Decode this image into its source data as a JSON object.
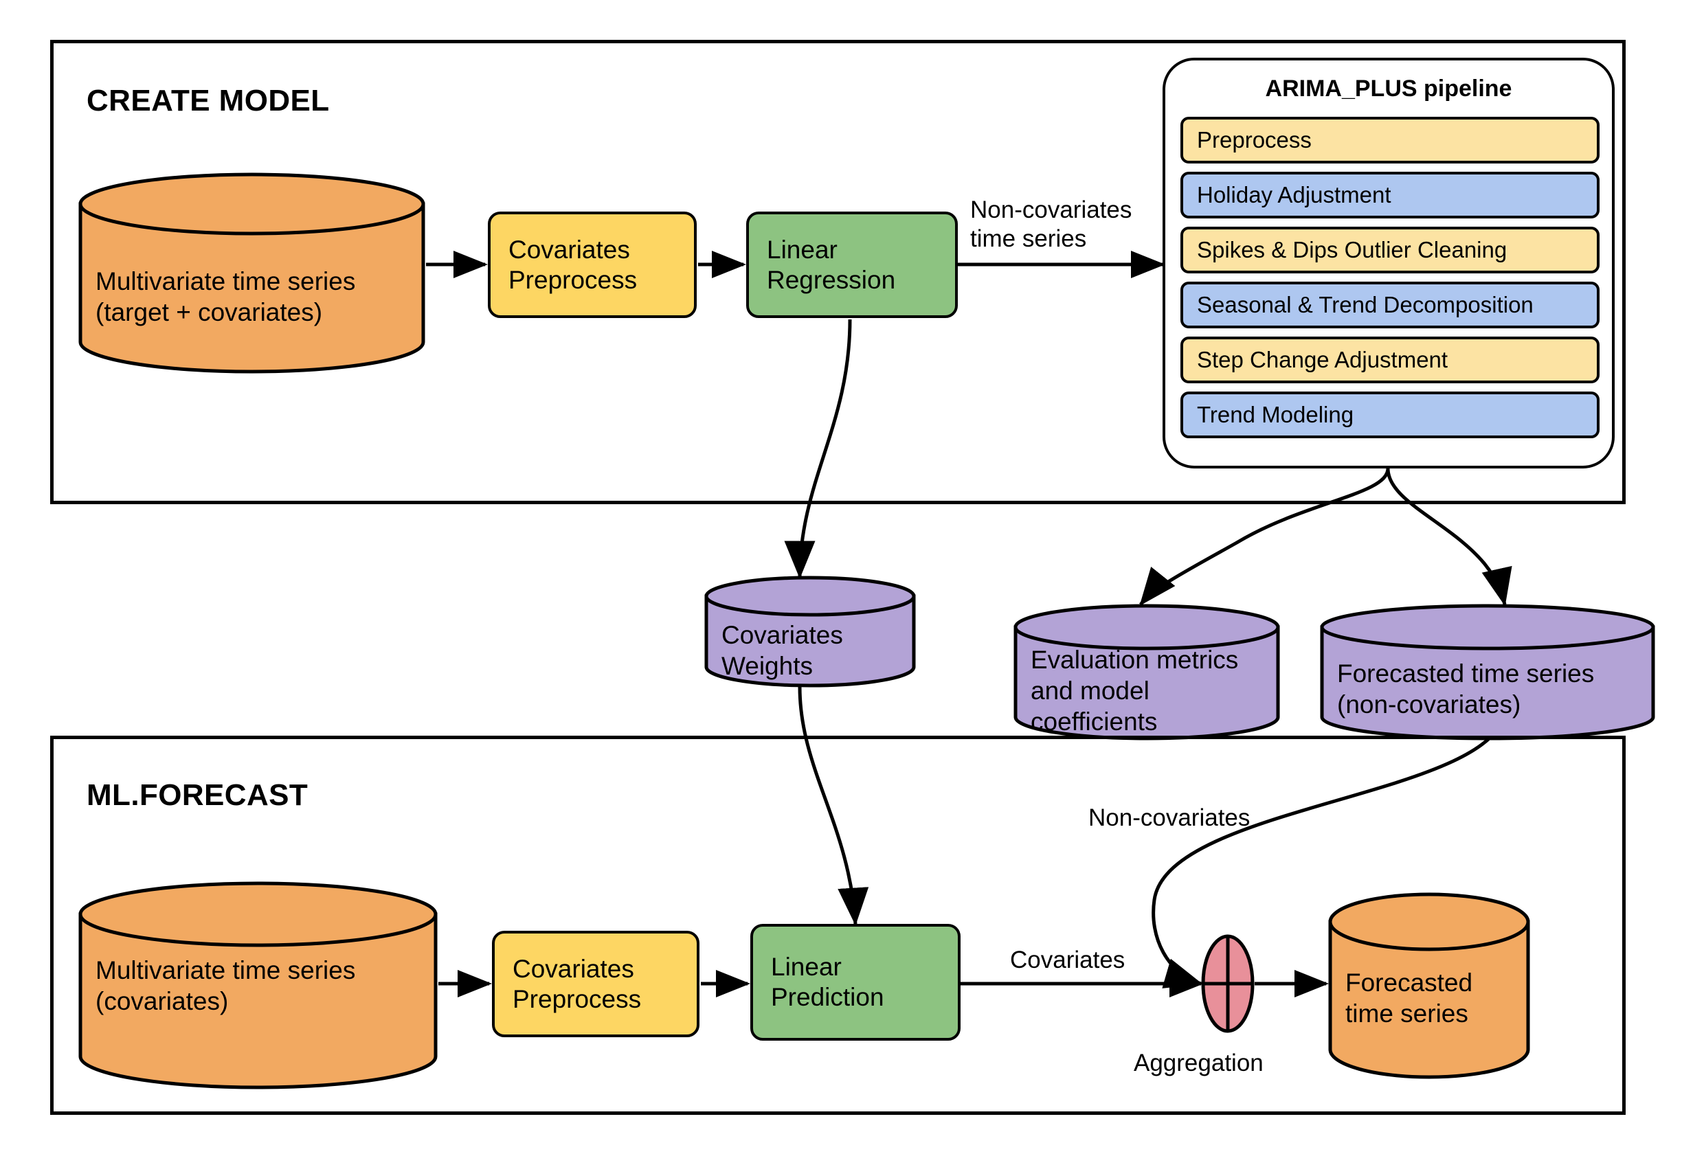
{
  "diagram": {
    "title": "ARIMA_PLUS_XREG multivariate time series model flow",
    "colors": {
      "orange_cylinder": "#F2A961",
      "purple_cylinder": "#B3A3D6",
      "process_yellow": "#FDD663",
      "process_green": "#8DC381",
      "step_yellow": "#FCE3A3",
      "step_blue": "#AEC7F0",
      "aggregation_red": "#E8909A",
      "stroke": "#000000",
      "background": "#FFFFFF"
    }
  },
  "groups": [
    {
      "id": "create-model",
      "title": "CREATE MODEL"
    },
    {
      "id": "ml-forecast",
      "title": "ML.FORECAST"
    }
  ],
  "create_model": {
    "title": "CREATE MODEL",
    "source_store": {
      "label": "Multivariate time series\n(target + covariates)",
      "shape": "cylinder",
      "color": "#F2A961"
    },
    "covariates_preprocess": {
      "label": "Covariates\nPreprocess",
      "shape": "rounded-rect",
      "color": "#FDD663"
    },
    "linear_regression": {
      "label": "Linear\nRegression",
      "shape": "rounded-rect",
      "color": "#8DC381"
    },
    "edge_label_non_covariates": "Non-covariates\ntime series",
    "pipeline": {
      "title": "ARIMA_PLUS pipeline",
      "steps": [
        {
          "label": "Preprocess",
          "color": "#FCE3A3"
        },
        {
          "label": "Holiday Adjustment",
          "color": "#AEC7F0"
        },
        {
          "label": "Spikes & Dips Outlier Cleaning",
          "color": "#FCE3A3"
        },
        {
          "label": "Seasonal & Trend Decomposition",
          "color": "#AEC7F0"
        },
        {
          "label": "Step Change Adjustment",
          "color": "#FCE3A3"
        },
        {
          "label": "Trend Modeling",
          "color": "#AEC7F0"
        }
      ]
    }
  },
  "outputs": [
    {
      "id": "covariates-weights",
      "label": "Covariates\nWeights",
      "shape": "cylinder",
      "color": "#B3A3D6"
    },
    {
      "id": "evaluation-metrics",
      "label": "Evaluation metrics\nand model\ncoefficients",
      "shape": "cylinder",
      "color": "#B3A3D6"
    },
    {
      "id": "forecasted-non-covariates",
      "label": "Forecasted time series\n(non-covariates)",
      "shape": "cylinder",
      "color": "#B3A3D6"
    }
  ],
  "ml_forecast": {
    "title": "ML.FORECAST",
    "source_store": {
      "label": "Multivariate time series\n(covariates)",
      "shape": "cylinder",
      "color": "#F2A961"
    },
    "covariates_preprocess": {
      "label": "Covariates\nPreprocess",
      "shape": "rounded-rect",
      "color": "#FDD663"
    },
    "linear_prediction": {
      "label": "Linear\nPrediction",
      "shape": "rounded-rect",
      "color": "#8DC381"
    },
    "edge_label_covariates": "Covariates",
    "edge_label_non_covariates": "Non-covariates",
    "aggregation": {
      "label": "Aggregation",
      "shape": "ellipse-cross",
      "color": "#E8909A"
    },
    "result_store": {
      "label": "Forecasted\ntime series",
      "shape": "cylinder",
      "color": "#F2A961"
    }
  }
}
